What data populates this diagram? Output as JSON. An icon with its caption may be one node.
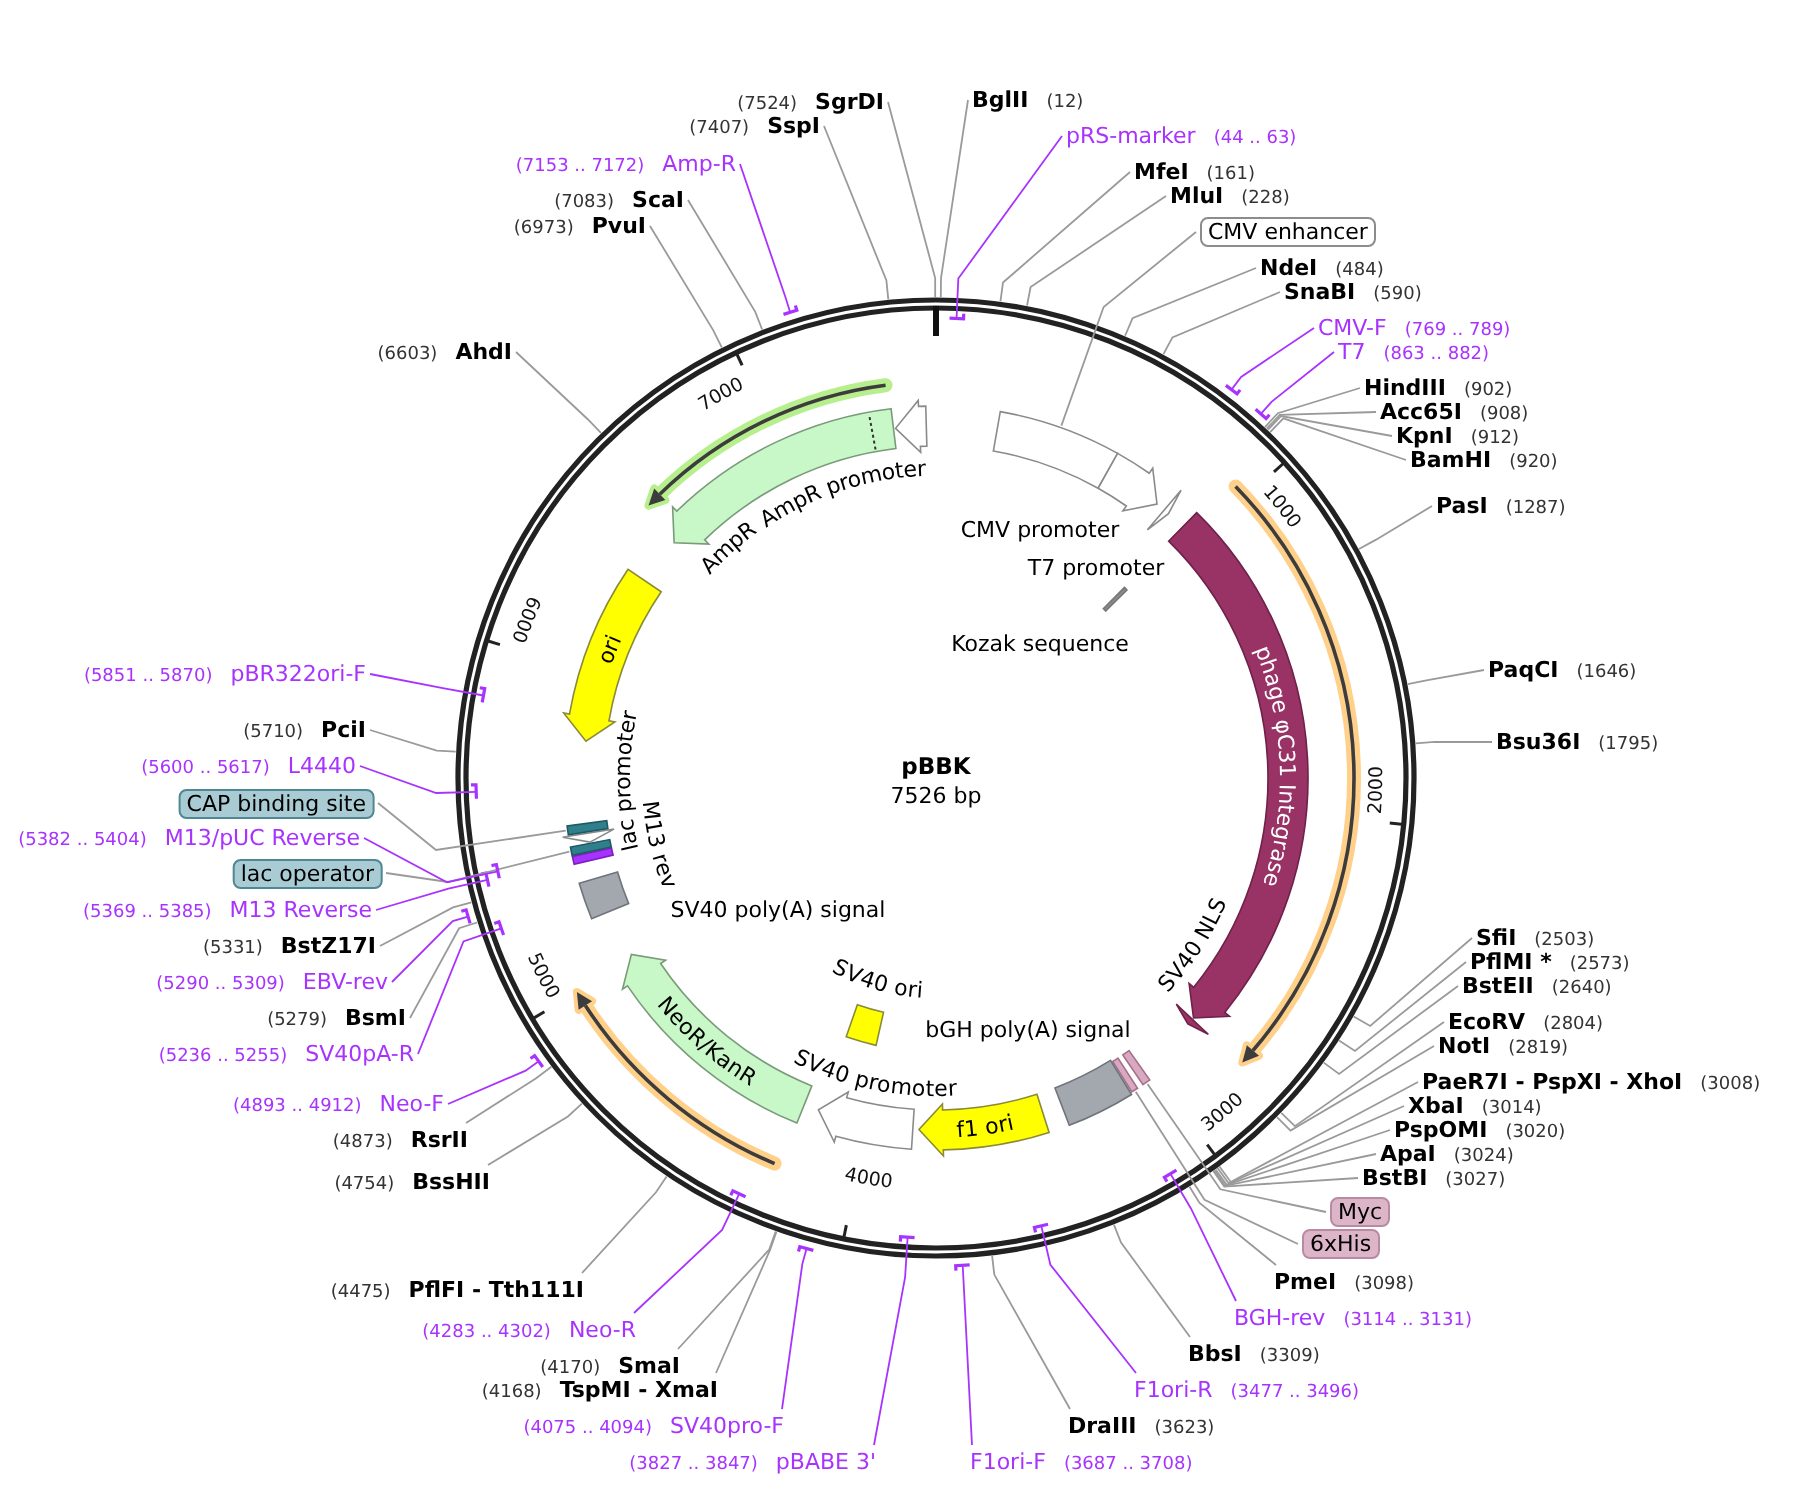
{
  "diagram": {
    "title": "pBBK",
    "caption": "7526 bp",
    "nodes": [
      {
        "text": [
          "BglII",
          "(12)"
        ]
      },
      {
        "text": [
          "pRS-marker",
          "(44 .. 63)"
        ]
      },
      {
        "text": [
          "MfeI",
          "(161)"
        ]
      },
      {
        "text": [
          "MluI",
          "(228)"
        ]
      },
      {
        "text": [
          "CMV enhancer"
        ]
      },
      {
        "text": [
          "NdeI",
          "(484)"
        ]
      },
      {
        "text": [
          "SnaBI",
          "(590)"
        ]
      },
      {
        "text": [
          "CMV-F",
          "(769 .. 789)"
        ]
      },
      {
        "text": [
          "T7",
          "(863 .. 882)"
        ]
      },
      {
        "text": [
          "HindIII",
          "(902)"
        ]
      },
      {
        "text": [
          "Acc65I",
          "(908)"
        ]
      },
      {
        "text": [
          "KpnI",
          "(912)"
        ]
      },
      {
        "text": [
          "BamHI",
          "(920)"
        ]
      },
      {
        "text": [
          "PasI",
          "(1287)"
        ]
      },
      {
        "text": [
          "PaqCI",
          "(1646)"
        ]
      },
      {
        "text": [
          "Bsu36I",
          "(1795)"
        ]
      },
      {
        "text": [
          "SfiI",
          "(2503)"
        ]
      },
      {
        "text": [
          "PflMI *",
          "(2573)"
        ]
      },
      {
        "text": [
          "BstEII",
          "(2640)"
        ]
      },
      {
        "text": [
          "EcoRV",
          "(2804)"
        ]
      },
      {
        "text": [
          "NotI",
          "(2819)"
        ]
      },
      {
        "text": [
          "PaeR7I - PspXI - XhoI",
          "(3008)"
        ]
      },
      {
        "text": [
          "XbaI",
          "(3014)"
        ]
      },
      {
        "text": [
          "PspOMI",
          "(3020)"
        ]
      },
      {
        "text": [
          "ApaI",
          "(3024)"
        ]
      },
      {
        "text": [
          "BstBI",
          "(3027)"
        ]
      },
      {
        "text": [
          "Myc"
        ]
      },
      {
        "text": [
          "6xHis"
        ]
      },
      {
        "text": [
          "PmeI",
          "(3098)"
        ]
      },
      {
        "text": [
          "BGH-rev",
          "(3114 .. 3131)"
        ]
      },
      {
        "text": [
          "BbsI",
          "(3309)"
        ]
      },
      {
        "text": [
          "F1ori-R",
          "(3477 .. 3496)"
        ]
      },
      {
        "text": [
          "DraIII",
          "(3623)"
        ]
      },
      {
        "text": [
          "F1ori-F",
          "(3687 .. 3708)"
        ]
      },
      {
        "text": [
          "(3827 .. 3847)",
          "pBABE 3'"
        ]
      },
      {
        "text": [
          "(4075 .. 4094)",
          "SV40pro-F"
        ]
      },
      {
        "text": [
          "(4168)",
          "TspMI - XmaI"
        ]
      },
      {
        "text": [
          "(4170)",
          "SmaI"
        ]
      },
      {
        "text": [
          "(4283 .. 4302)",
          "Neo-R"
        ]
      },
      {
        "text": [
          "(4475)",
          "PflFI - Tth111I"
        ]
      },
      {
        "text": [
          "(4754)",
          "BssHII"
        ]
      },
      {
        "text": [
          "(4873)",
          "RsrII"
        ]
      },
      {
        "text": [
          "(4893 .. 4912)",
          "Neo-F"
        ]
      },
      {
        "text": [
          "(5236 .. 5255)",
          "SV40pA-R"
        ]
      },
      {
        "text": [
          "(5279)",
          "BsmI"
        ]
      },
      {
        "text": [
          "(5290 .. 5309)",
          "EBV-rev"
        ]
      },
      {
        "text": [
          "(5331)",
          "BstZ17I"
        ]
      },
      {
        "text": [
          "(5369 .. 5385)",
          "M13 Reverse"
        ]
      },
      {
        "text": [
          "lac operator"
        ]
      },
      {
        "text": [
          "(5382 .. 5404)",
          "M13/pUC Reverse"
        ]
      },
      {
        "text": [
          "CAP binding site"
        ]
      },
      {
        "text": [
          "(5600 .. 5617)",
          "L4440"
        ]
      },
      {
        "text": [
          "(5710)",
          "PciI"
        ]
      },
      {
        "text": [
          "(5851 .. 5870)",
          "pBR322ori-F"
        ]
      },
      {
        "text": [
          "(6603)",
          "AhdI"
        ]
      },
      {
        "text": [
          "(6973)",
          "PvuI"
        ]
      },
      {
        "text": [
          "(7083)",
          "ScaI"
        ]
      },
      {
        "text": [
          "(7153 .. 7172)",
          "Amp-R"
        ]
      },
      {
        "text": [
          "(7407)",
          "SspI"
        ]
      },
      {
        "text": [
          "(7524)",
          "SgrDI"
        ]
      },
      {
        "text": [],
        "shape": "box"
      },
      {
        "text": [
          "CMV promoter"
        ]
      },
      {
        "text": [
          "T7 promoter"
        ]
      },
      {
        "text": [
          "Kozak sequence"
        ]
      },
      {
        "text": [
          "phage φC31 Integrase"
        ]
      },
      {
        "text": [
          "SV40 NLS"
        ]
      },
      {
        "text": [],
        "shape": "box"
      },
      {
        "text": [],
        "shape": "box"
      },
      {
        "text": [
          "bGH poly(A) signal"
        ]
      },
      {
        "text": [
          "f1 ori"
        ]
      },
      {
        "text": [
          "SV40 promoter"
        ]
      },
      {
        "text": [
          "SV40 ori"
        ]
      },
      {
        "text": [
          "NeoR/KanR"
        ]
      },
      {
        "text": [
          "SV40 poly(A) signal"
        ]
      },
      {
        "text": [
          "M13 rev"
        ]
      },
      {
        "text": [],
        "shape": "box"
      },
      {
        "text": [
          "lac promoter"
        ]
      },
      {
        "text": [],
        "shape": "box"
      },
      {
        "text": [
          "ori"
        ]
      },
      {
        "text": [
          "AmpR"
        ]
      },
      {
        "text": [
          "AmpR promoter"
        ]
      }
    ],
    "edges": [
      {
        "from": 0,
        "to": null,
        "arrow": "none"
      },
      {
        "from": 1,
        "to": null,
        "arrow": "other",
        "color": "#a833ff"
      },
      {
        "from": 2,
        "to": null,
        "arrow": "none"
      },
      {
        "from": 3,
        "to": null,
        "arrow": "none"
      },
      {
        "from": 4,
        "to": 60,
        "arrow": "none"
      },
      {
        "from": 5,
        "to": null,
        "arrow": "none"
      },
      {
        "from": 6,
        "to": null,
        "arrow": "none"
      },
      {
        "from": 7,
        "to": null,
        "arrow": "other",
        "color": "#a833ff"
      },
      {
        "from": 8,
        "to": null,
        "arrow": "other",
        "color": "#a833ff"
      },
      {
        "from": 9,
        "to": null,
        "arrow": "none"
      },
      {
        "from": 10,
        "to": null,
        "arrow": "none"
      },
      {
        "from": 11,
        "to": null,
        "arrow": "none"
      },
      {
        "from": 12,
        "to": null,
        "arrow": "none"
      },
      {
        "from": 13,
        "to": null,
        "arrow": "none"
      },
      {
        "from": 14,
        "to": null,
        "arrow": "none"
      },
      {
        "from": 15,
        "to": null,
        "arrow": "none"
      },
      {
        "from": 16,
        "to": null,
        "arrow": "none"
      },
      {
        "from": 17,
        "to": null,
        "arrow": "none"
      },
      {
        "from": 18,
        "to": null,
        "arrow": "none"
      },
      {
        "from": 19,
        "to": null,
        "arrow": "none"
      },
      {
        "from": 20,
        "to": null,
        "arrow": "none"
      },
      {
        "from": 21,
        "to": null,
        "arrow": "none"
      },
      {
        "from": 22,
        "to": null,
        "arrow": "none"
      },
      {
        "from": 23,
        "to": null,
        "arrow": "none"
      },
      {
        "from": 24,
        "to": null,
        "arrow": "none"
      },
      {
        "from": 25,
        "to": null,
        "arrow": "none"
      },
      {
        "from": 26,
        "to": 66,
        "arrow": "none"
      },
      {
        "from": 27,
        "to": 67,
        "arrow": "none"
      },
      {
        "from": 28,
        "to": null,
        "arrow": "none"
      },
      {
        "from": 29,
        "to": null,
        "arrow": "other",
        "color": "#a833ff"
      },
      {
        "from": 30,
        "to": null,
        "arrow": "none"
      },
      {
        "from": 31,
        "to": null,
        "arrow": "other",
        "color": "#a833ff"
      },
      {
        "from": 32,
        "to": null,
        "arrow": "none"
      },
      {
        "from": 33,
        "to": null,
        "arrow": "other",
        "color": "#a833ff"
      },
      {
        "from": 34,
        "to": null,
        "arrow": "other",
        "color": "#a833ff"
      },
      {
        "from": 35,
        "to": null,
        "arrow": "other",
        "color": "#a833ff"
      },
      {
        "from": 36,
        "to": null,
        "arrow": "none"
      },
      {
        "from": 37,
        "to": null,
        "arrow": "none"
      },
      {
        "from": 38,
        "to": null,
        "arrow": "other",
        "color": "#a833ff"
      },
      {
        "from": 39,
        "to": null,
        "arrow": "none"
      },
      {
        "from": 40,
        "to": null,
        "arrow": "none"
      },
      {
        "from": 41,
        "to": null,
        "arrow": "none"
      },
      {
        "from": 42,
        "to": null,
        "arrow": "other",
        "color": "#a833ff"
      },
      {
        "from": 43,
        "to": null,
        "arrow": "other",
        "color": "#a833ff"
      },
      {
        "from": 44,
        "to": null,
        "arrow": "none"
      },
      {
        "from": 45,
        "to": null,
        "arrow": "other",
        "color": "#a833ff"
      },
      {
        "from": 46,
        "to": null,
        "arrow": "none"
      },
      {
        "from": 47,
        "to": null,
        "arrow": "other",
        "color": "#a833ff"
      },
      {
        "from": 48,
        "to": 75,
        "arrow": "none"
      },
      {
        "from": 49,
        "to": null,
        "arrow": "other",
        "color": "#a833ff"
      },
      {
        "from": 50,
        "to": 77,
        "arrow": "none"
      },
      {
        "from": 51,
        "to": null,
        "arrow": "other",
        "color": "#a833ff"
      },
      {
        "from": 52,
        "to": null,
        "arrow": "none"
      },
      {
        "from": 53,
        "to": null,
        "arrow": "other",
        "color": "#a833ff"
      },
      {
        "from": 54,
        "to": null,
        "arrow": "none"
      },
      {
        "from": 55,
        "to": null,
        "arrow": "none"
      },
      {
        "from": 56,
        "to": null,
        "arrow": "none"
      },
      {
        "from": 57,
        "to": null,
        "arrow": "other",
        "color": "#a833ff"
      },
      {
        "from": 58,
        "to": null,
        "arrow": "none"
      },
      {
        "from": 59,
        "to": null,
        "arrow": "none"
      }
    ],
    "labels": [
      "1000",
      "2000",
      "3000",
      "4000",
      "5000",
      "6000",
      "7000"
    ]
  }
}
